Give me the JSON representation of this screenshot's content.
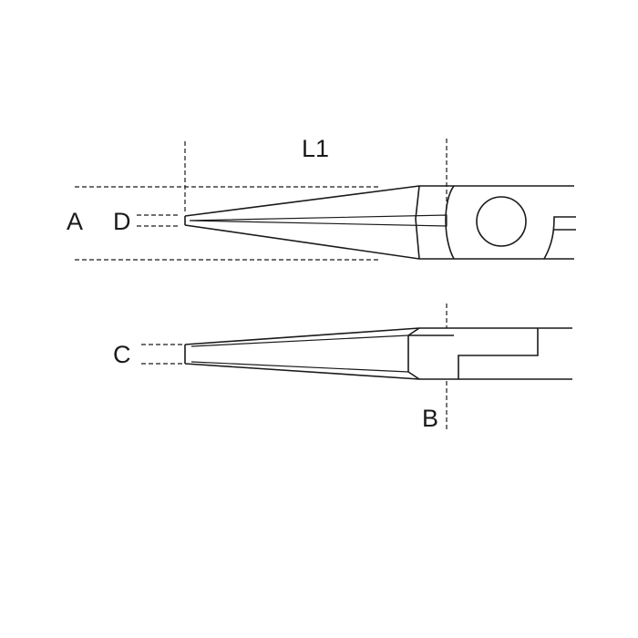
{
  "labels": {
    "length": "L1",
    "a": "A",
    "d": "D",
    "c": "C",
    "b": "B"
  },
  "colors": {
    "line": "#1a1a1a",
    "background": "#ffffff"
  }
}
